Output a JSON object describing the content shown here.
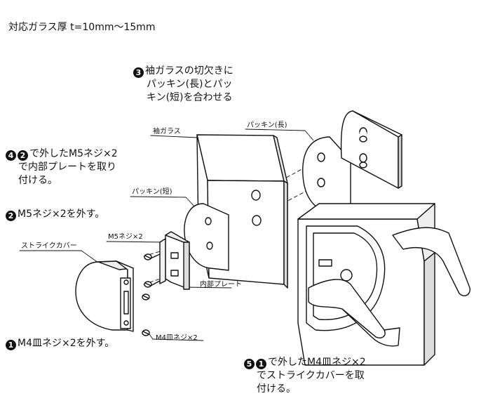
{
  "header": {
    "thickness": "対応ガラス厚 t=10mm〜15mm"
  },
  "steps": {
    "s1": {
      "num": "1",
      "line1": "M4皿ネジ×2を外す。"
    },
    "s2": {
      "num": "2",
      "line1": "M5ネジ×2を外す。"
    },
    "s3": {
      "num": "3",
      "line1": "袖ガラスの切欠きに",
      "line2": "パッキン(長)とパッ",
      "line3": "キン(短)を合わせる"
    },
    "s4": {
      "num": "4",
      "ref": "2",
      "line1": "で外したM5ネジ×2",
      "line2": "で内部プレートを取り",
      "line3": "付ける。"
    },
    "s5": {
      "num": "5",
      "ref": "1",
      "line1": "で外したM4皿ネジ×2",
      "line2": "でストライクカバーを取",
      "line3": "付ける。"
    }
  },
  "labels": {
    "sleeve_glass": "袖ガラス",
    "packing_long": "パッキン(長)",
    "packing_short": "パッキン(短)",
    "m5_screw": "M5ネジ×2",
    "strike_cover": "ストライクカバー",
    "inner_plate": "内部プレート",
    "m4_screw": "M4皿ネジ×2"
  }
}
